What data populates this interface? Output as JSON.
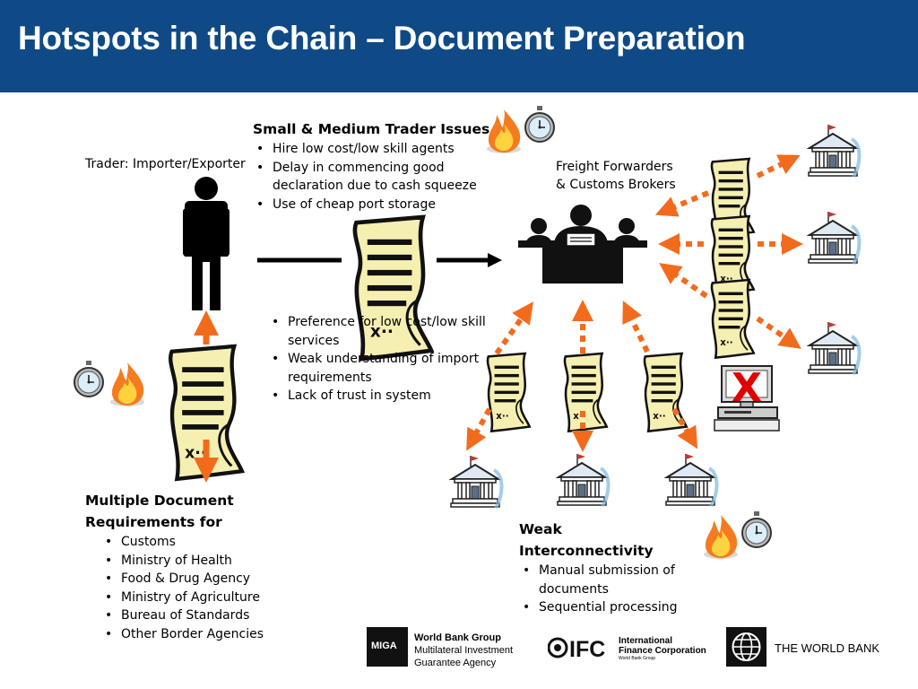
{
  "title": "Hotspots in the Chain – Document Preparation",
  "trader_label": "Trader: Importer/Exporter",
  "freight_label": [
    "Freight Forwarders",
    "& Customs Brokers"
  ],
  "sme": {
    "heading": "Small & Medium Trader Issues",
    "items": [
      "Hire low cost/low skill agents",
      "Delay in commencing good declaration due to cash squeeze",
      "Use of cheap port storage"
    ]
  },
  "services": {
    "items": [
      "Preference for low cost/low skill services",
      "Weak understanding of import requirements",
      "Lack of trust in system"
    ]
  },
  "documents": {
    "heading": [
      "Multiple Document",
      "Requirements for"
    ],
    "items": [
      "Customs",
      "Ministry of Health",
      "Food & Drug Agency",
      "Ministry of Agriculture",
      "Bureau of Standards",
      "Other Border Agencies"
    ]
  },
  "weak": {
    "heading": "Weak Interconnectivity",
    "items": [
      "Manual submission of documents",
      "Sequential processing"
    ]
  },
  "computer_mark": "X",
  "logos": {
    "miga_mark": "MIGA",
    "miga_lines": [
      "World Bank Group",
      "Multilateral Investment",
      "Guarantee Agency"
    ],
    "ifc_mark": "IFC",
    "ifc_lines": [
      "International",
      "Finance Corporation"
    ],
    "ifc_small": "World Bank Group",
    "world_bank": "THE WORLD BANK"
  },
  "colors": {
    "header": "#0f4a86",
    "arrow_orange": "#f26b1d",
    "document": "#f5efb1"
  },
  "icons": [
    "person-icon",
    "document-icon",
    "flame-icon",
    "stopwatch-icon",
    "building-icon",
    "office-desk-icon",
    "computer-icon"
  ]
}
